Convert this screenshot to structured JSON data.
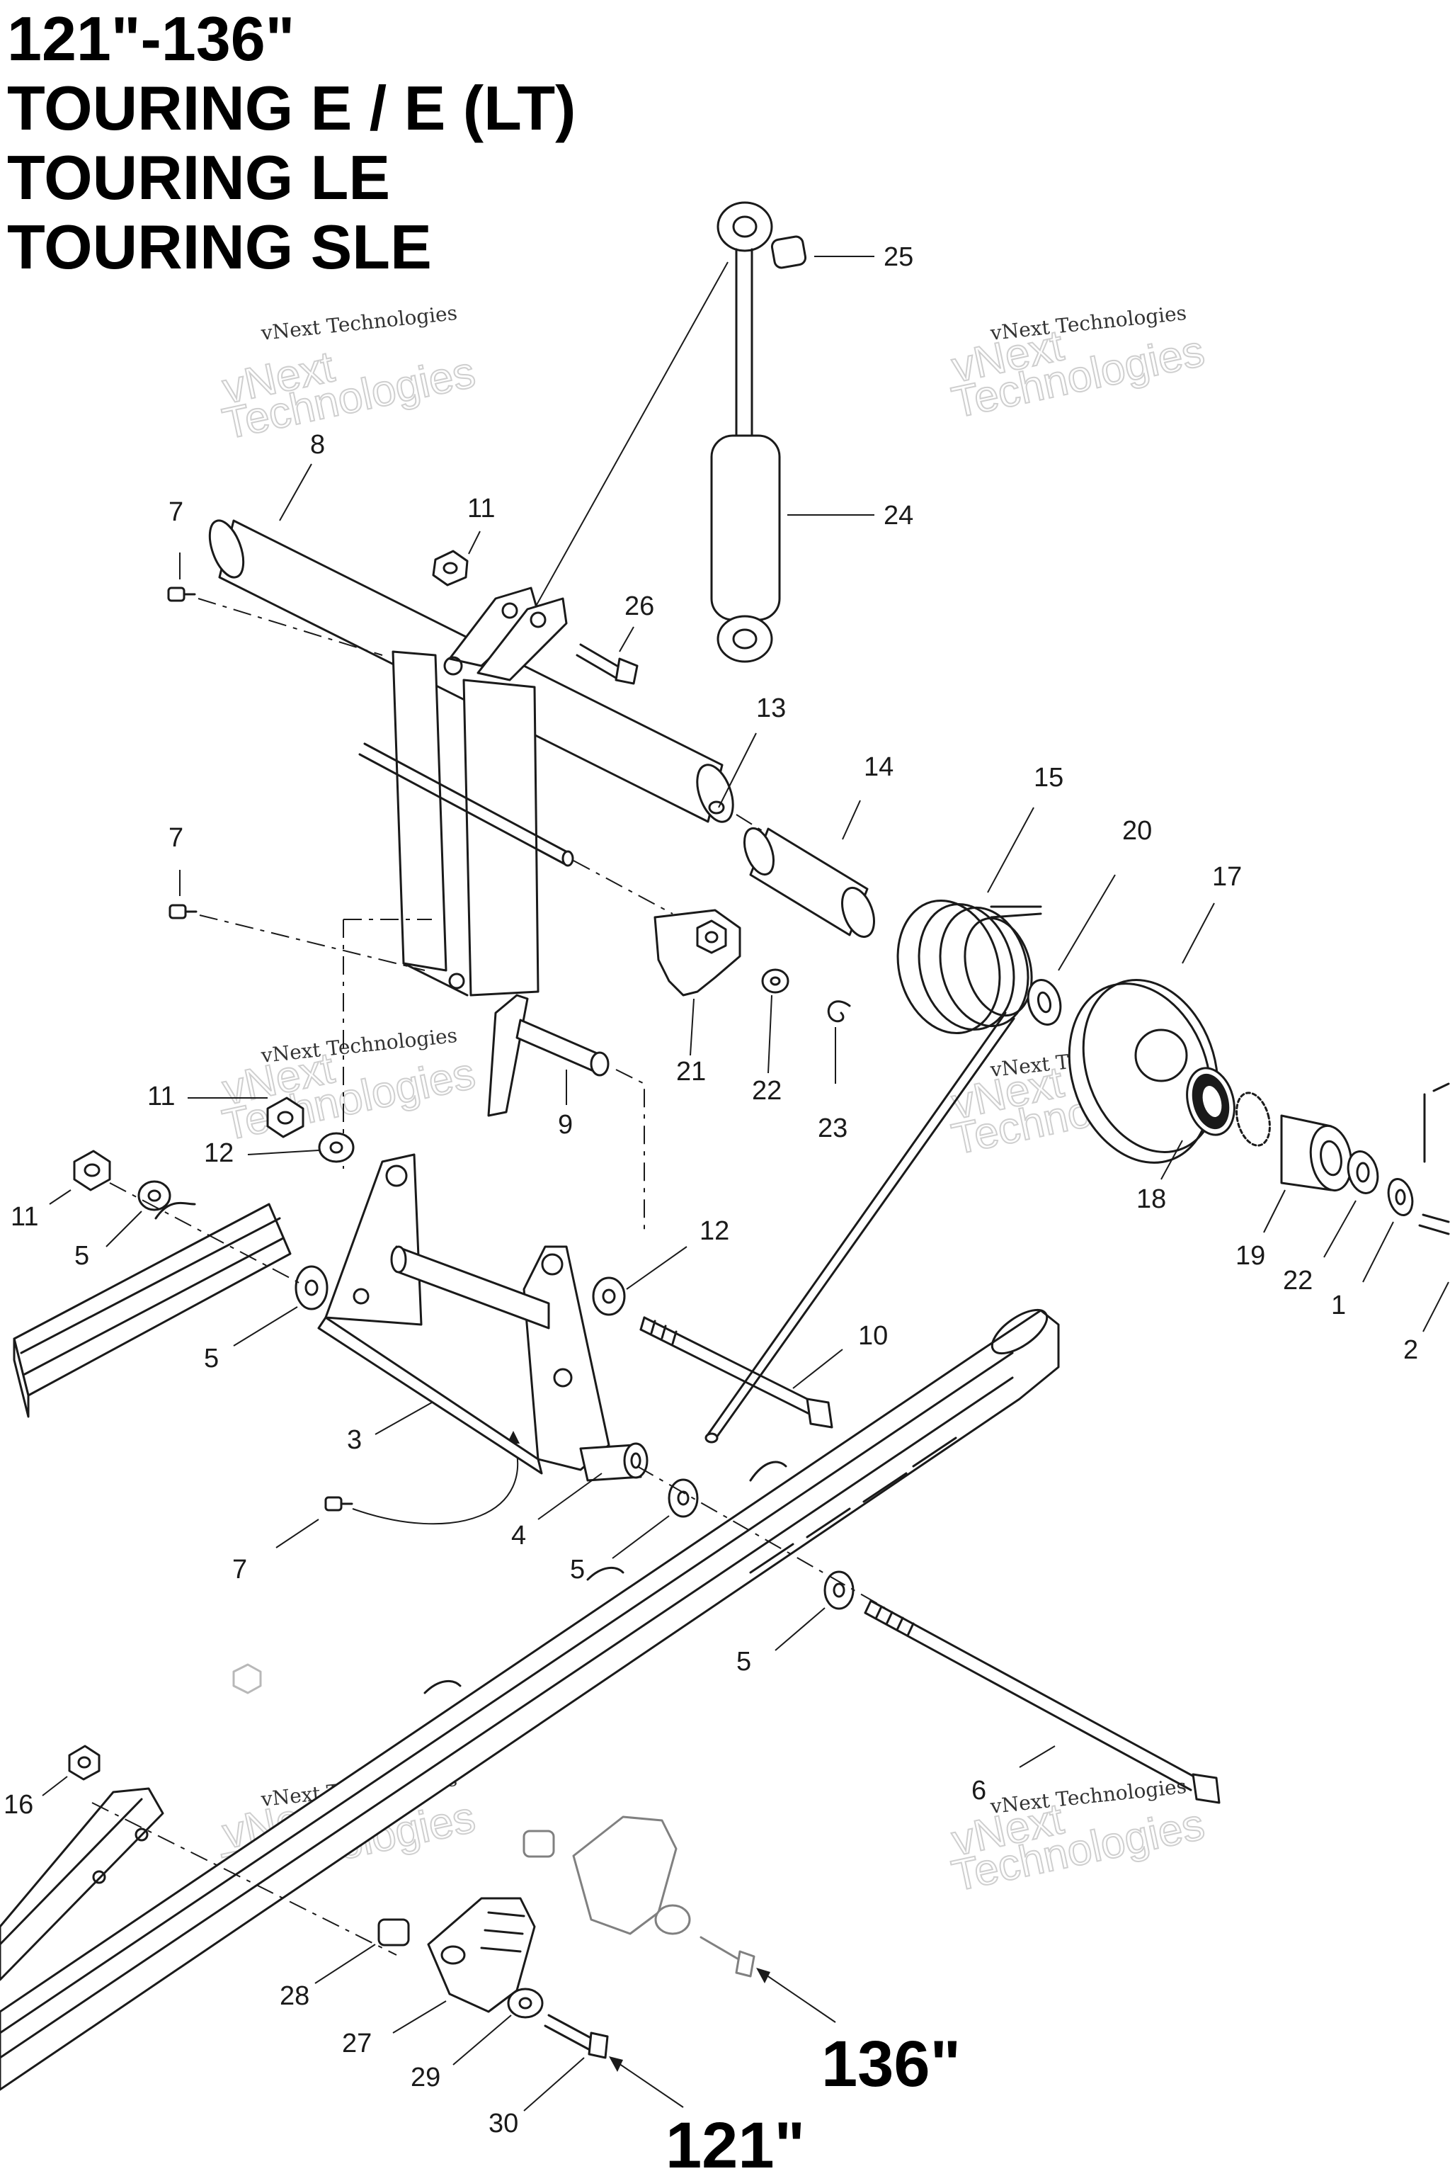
{
  "title_lines": [
    "121\"-136\"",
    "TOURING E / E (LT)",
    "TOURING LE",
    "TOURING SLE"
  ],
  "watermark": {
    "small": "vNext Technologies",
    "big_line1": "vNext",
    "big_line2": "Technologies"
  },
  "length_labels": [
    "136\"",
    "121\""
  ],
  "callouts": [
    "25",
    "24",
    "8",
    "11",
    "7",
    "26",
    "13",
    "14",
    "15",
    "20",
    "17",
    "7",
    "21",
    "22",
    "23",
    "9",
    "11",
    "12",
    "11",
    "5",
    "5",
    "12",
    "18",
    "19",
    "22",
    "1",
    "2",
    "10",
    "3",
    "4",
    "7",
    "5",
    "5",
    "16",
    "6",
    "28",
    "27",
    "29",
    "30"
  ]
}
